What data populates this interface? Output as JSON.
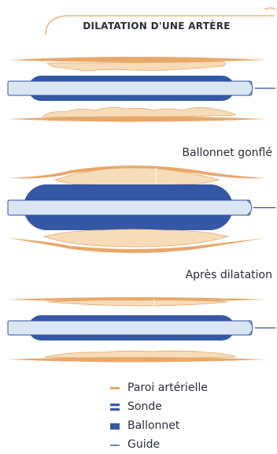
{
  "title": "DILATATION D'UNE ARTÈRE",
  "stages": [
    {
      "label": ""
    },
    {
      "label": "Ballonnet gonflé"
    },
    {
      "label": "Après dilatation"
    }
  ],
  "legend": [
    {
      "label": "Paroi artérielle",
      "icon": "artery-wall-swatch"
    },
    {
      "label": "Sonde",
      "icon": "probe-swatch"
    },
    {
      "label": "Ballonnet",
      "icon": "balloon-swatch"
    },
    {
      "label": "Guide",
      "icon": "guide-wire-swatch"
    }
  ],
  "colors": {
    "artery_wall": "#e8a86a",
    "plaque": "#f6dcb8",
    "probe_fill": "#dbe6f5",
    "probe_stroke": "#2f4f9e",
    "balloon": "#3458a6",
    "guide": "#2f4f9e",
    "title_frame": "#e9a85e",
    "text": "#2a2e3a"
  }
}
